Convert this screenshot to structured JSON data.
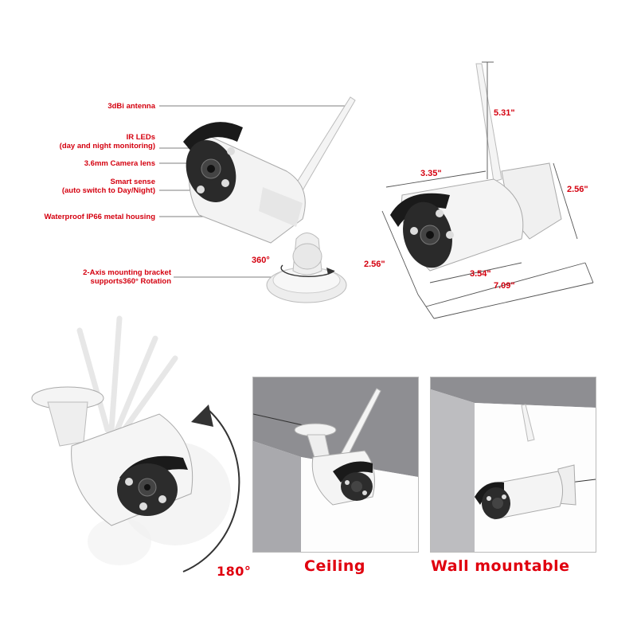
{
  "callouts": {
    "antenna": "3dBi antenna",
    "ir_leds_line1": "IR LEDs",
    "ir_leds_line2": "(day and night monitoring)",
    "lens": "3.6mm Camera lens",
    "smart_line1": "Smart sense",
    "smart_line2": "(auto switch to Day/Night)",
    "housing": "Waterproof IP66 metal housing",
    "bracket_line1": "2-Axis mounting bracket",
    "bracket_line2": "supports360° Rotation",
    "rotation": "360°"
  },
  "dimensions": {
    "antenna_height": "5.31\"",
    "body_length": "3.35\"",
    "bracket_height": "2.56\"",
    "front_height": "2.56\"",
    "lens_length": "3.54\"",
    "total_length": "7.09\""
  },
  "tilt": {
    "angle": "180°"
  },
  "mounting": {
    "ceiling": "Ceiling",
    "wall": "Wall mountable"
  },
  "colors": {
    "label_red": "#d4000f",
    "panel_gray": "#8e8e92",
    "camera_white": "#f2f2f2",
    "visor_black": "#1a1a1a"
  }
}
